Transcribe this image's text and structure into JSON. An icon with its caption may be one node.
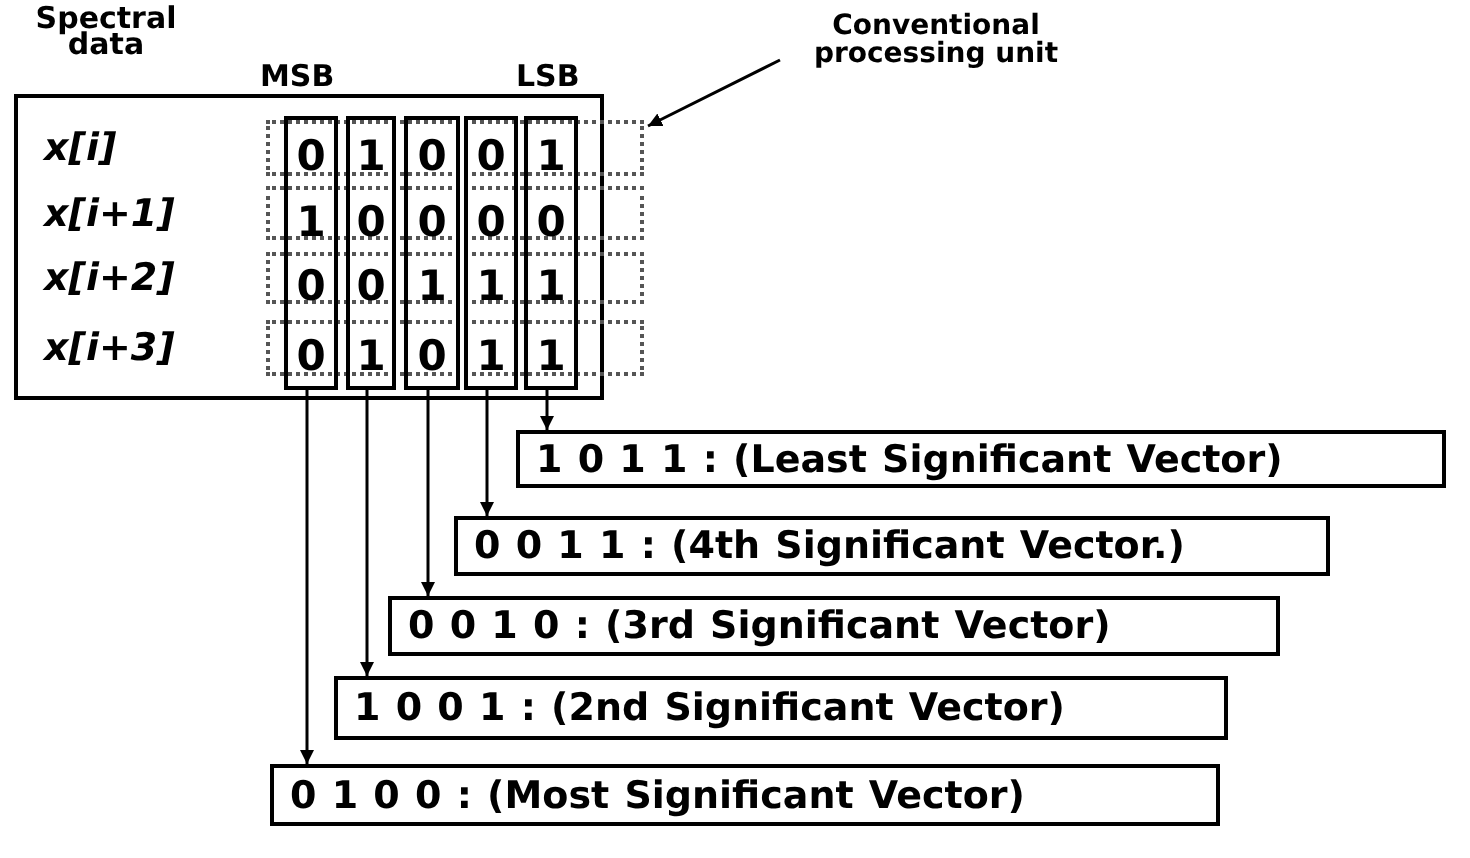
{
  "diagram": {
    "nodes": [
      {
        "text": [
          "Spectral data"
        ]
      },
      {
        "text": [
          "0",
          "1",
          "0",
          "0"
        ],
        "in": 0
      },
      {
        "text": [
          "1",
          "0",
          "0",
          "1"
        ],
        "in": 0
      },
      {
        "text": [
          "0",
          "0",
          "1",
          "0"
        ],
        "in": 0
      },
      {
        "text": [
          "0",
          "0",
          "1",
          "1"
        ],
        "in": 0
      },
      {
        "text": [
          "1",
          "0",
          "1",
          "1"
        ],
        "in": 0
      },
      {
        "text": [],
        "shape": "box"
      },
      {
        "text": [],
        "shape": "box"
      },
      {
        "text": [],
        "shape": "box"
      },
      {
        "text": [],
        "shape": "box"
      },
      {
        "text": [
          "Conventional processing unit"
        ]
      },
      {
        "text": [
          "1 0 1 1 : (Least Significant Vector)"
        ]
      },
      {
        "text": [
          "0 0 1 1 : (4th Significant Vector.)"
        ]
      },
      {
        "text": [
          "0 0 1 0 : (3rd Significant Vector)"
        ]
      },
      {
        "text": [
          "1 0 0 1 : (2nd Significant Vector)"
        ]
      },
      {
        "text": [
          "0 1 0 0 : (Most Significant Vector)"
        ]
      }
    ],
    "edges": [
      {
        "from": 10,
        "to": 6,
        "arrow": "to"
      },
      {
        "from": 5,
        "to": 11,
        "arrow": "to"
      },
      {
        "from": 4,
        "to": 12,
        "arrow": "to"
      },
      {
        "from": 3,
        "to": 13,
        "arrow": "to"
      },
      {
        "from": 2,
        "to": 14,
        "arrow": "to"
      },
      {
        "from": 1,
        "to": 15,
        "arrow": "to"
      }
    ],
    "labels": [
      "MSB",
      "LSB",
      "x[i]",
      "x[i+1]",
      "x[i+2]",
      "x[i+3]"
    ]
  }
}
